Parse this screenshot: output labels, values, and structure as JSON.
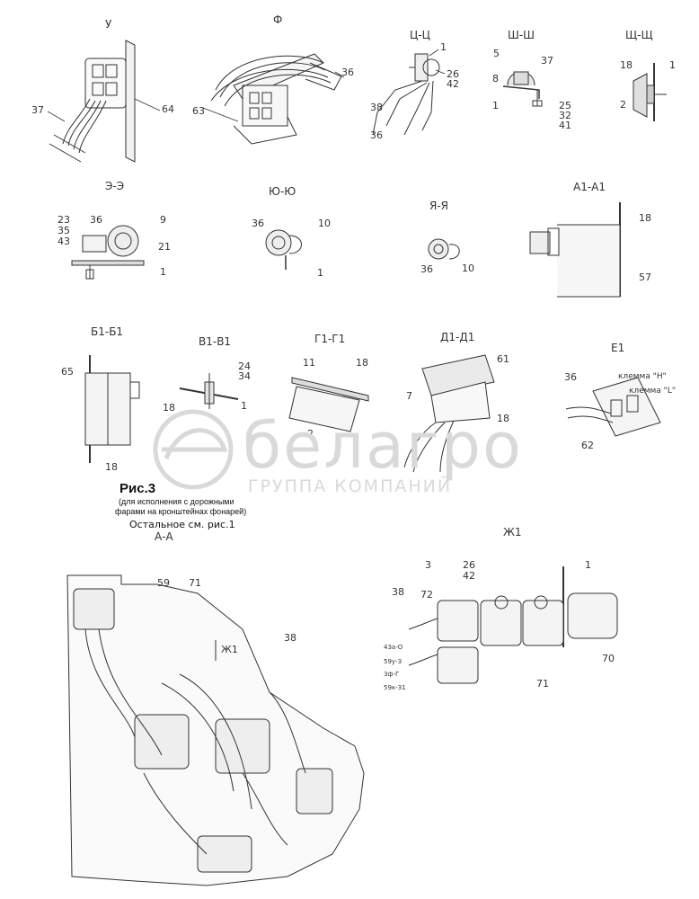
{
  "views": {
    "u": {
      "title": "У",
      "labels": [
        "37",
        "64"
      ]
    },
    "f": {
      "title": "Ф",
      "labels": [
        "36",
        "63"
      ]
    },
    "ts": {
      "title": "Ц-Ц",
      "labels": [
        "1",
        "26",
        "42",
        "38",
        "36"
      ]
    },
    "sh": {
      "title": "Ш-Ш",
      "labels": [
        "5",
        "37",
        "8",
        "1",
        "25",
        "32",
        "41"
      ]
    },
    "shch": {
      "title": "Щ-Щ",
      "labels": [
        "18",
        "1",
        "2"
      ]
    },
    "e": {
      "title": "Э-Э",
      "labels": [
        "23",
        "35",
        "43",
        "36",
        "9",
        "21",
        "1"
      ]
    },
    "yu": {
      "title": "Ю-Ю",
      "labels": [
        "36",
        "10",
        "1"
      ]
    },
    "ya": {
      "title": "Я-Я",
      "labels": [
        "36",
        "10"
      ]
    },
    "a1": {
      "title": "А1-А1",
      "labels": [
        "18",
        "57"
      ]
    },
    "b1": {
      "title": "Б1-Б1",
      "labels": [
        "65",
        "18"
      ]
    },
    "v1": {
      "title": "В1-В1",
      "labels": [
        "24",
        "34",
        "18",
        "1"
      ]
    },
    "g1": {
      "title": "Г1-Г1",
      "labels": [
        "11",
        "18",
        "2"
      ]
    },
    "d1": {
      "title": "Д1-Д1",
      "labels": [
        "61",
        "7",
        "18"
      ]
    },
    "e1": {
      "title": "Е1",
      "labels": [
        "36",
        "клемма \"Н\"",
        "клемма \"L\"",
        "62"
      ]
    },
    "zh1": {
      "title": "Ж1",
      "labels": [
        "3",
        "26",
        "42",
        "1",
        "38",
        "72",
        "70",
        "71"
      ],
      "wires": [
        "43а-О",
        "59у-З",
        "3ф-Г",
        "59к-З1"
      ]
    },
    "aa": {
      "title": "А-А",
      "labels": [
        "59",
        "71",
        "38"
      ],
      "arrow": "Ж1"
    }
  },
  "caption": {
    "figure": "Рис.3",
    "note_line1": "(для исполнения с дорожными",
    "note_line2": "фарами на кронштейнах фонарей)",
    "rest": "Остальное см. рис.1"
  },
  "watermark": {
    "brand": "белагро",
    "tagline": "ГРУППА КОМПАНИЙ"
  },
  "colors": {
    "line": "#333333",
    "watermark": "#d9d9d9"
  }
}
